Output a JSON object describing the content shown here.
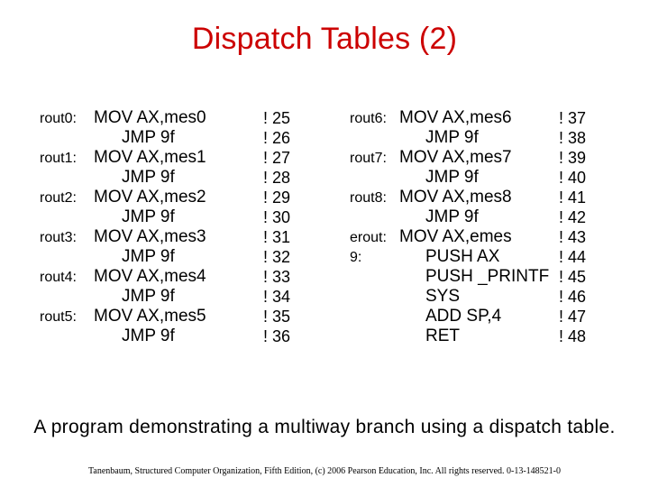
{
  "title": "Dispatch Tables (2)",
  "left_column": [
    {
      "label": "rout0:",
      "instr": "MOV  AX,mes0",
      "comment": "! 25"
    },
    {
      "label": "",
      "instr": "JMP  9f",
      "comment": "! 26"
    },
    {
      "label": "rout1:",
      "instr": "MOV  AX,mes1",
      "comment": "! 27"
    },
    {
      "label": "",
      "instr": "JMP  9f",
      "comment": "! 28"
    },
    {
      "label": "rout2:",
      "instr": "MOV  AX,mes2",
      "comment": "! 29"
    },
    {
      "label": "",
      "instr": "JMP  9f",
      "comment": "! 30"
    },
    {
      "label": "rout3:",
      "instr": "MOV  AX,mes3",
      "comment": "! 31"
    },
    {
      "label": "",
      "instr": "JMP  9f",
      "comment": "! 32"
    },
    {
      "label": "rout4:",
      "instr": "MOV  AX,mes4",
      "comment": "! 33"
    },
    {
      "label": "",
      "instr": "JMP  9f",
      "comment": "! 34"
    },
    {
      "label": "rout5:",
      "instr": "MOV  AX,mes5",
      "comment": "! 35"
    },
    {
      "label": "",
      "instr": "JMP  9f",
      "comment": "! 36"
    }
  ],
  "right_column": [
    {
      "label": "rout6:",
      "instr": "MOV  AX,mes6",
      "comment": "! 37"
    },
    {
      "label": "",
      "instr": "JMP  9f",
      "comment": "! 38"
    },
    {
      "label": "rout7:",
      "instr": "MOV  AX,mes7",
      "comment": "! 39"
    },
    {
      "label": "",
      "instr": "JMP  9f",
      "comment": "! 40"
    },
    {
      "label": "rout8:",
      "instr": "MOV  AX,mes8",
      "comment": "! 41"
    },
    {
      "label": "",
      "instr": "JMP  9f",
      "comment": "! 42"
    },
    {
      "label": "erout:",
      "instr": "MOV  AX,emes",
      "comment": "! 43"
    },
    {
      "label": "9:",
      "instr": "PUSH  AX",
      "comment": "! 44"
    },
    {
      "label": "",
      "instr": "PUSH  _PRINTF",
      "comment": "! 45"
    },
    {
      "label": "",
      "instr": "SYS",
      "comment": "! 46"
    },
    {
      "label": "",
      "instr": "ADD  SP,4",
      "comment": "! 47"
    },
    {
      "label": "",
      "instr": "RET",
      "comment": "! 48"
    }
  ],
  "caption": "A program demonstrating a multiway branch using a dispatch table.",
  "footer": "Tanenbaum, Structured Computer Organization, Fifth Edition, (c) 2006 Pearson Education, Inc. All rights reserved. 0-13-148521-0"
}
